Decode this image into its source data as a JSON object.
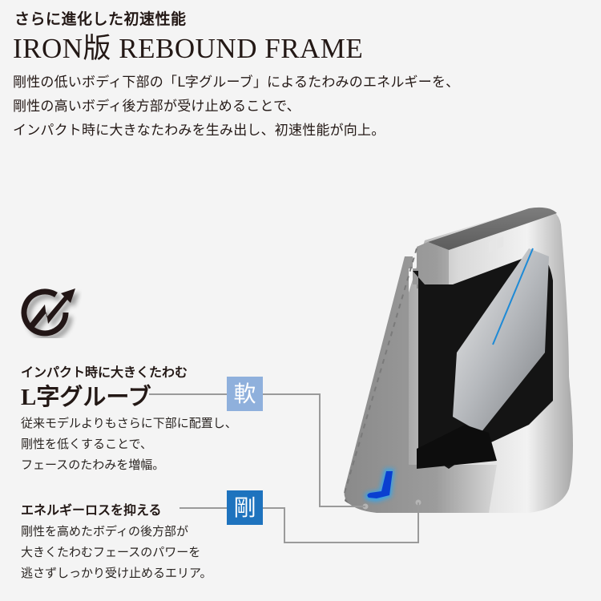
{
  "header": {
    "subtitle": "さらに進化した初速性能",
    "title": "IRON版 REBOUND FRAME",
    "intro_lines": [
      "剛性の低いボディ下部の「L字グルーブ」によるたわみのエネルギーを、",
      "剛性の高いボディ後方部が受け止めることで、",
      "インパクト時に大きなたわみを生み出し、初速性能が向上。"
    ]
  },
  "icon": {
    "name": "rebound-arrow-icon"
  },
  "section_soft": {
    "heading": "インパクト時に大きくたわむ",
    "title": "L字グルーブ",
    "badge": "軟",
    "badge_color": "#8fb0dc",
    "lines": [
      "従来モデルよりもさらに下部に配置し、",
      "剛性を低くすることで、",
      "フェースのたわみを増幅。"
    ]
  },
  "section_hard": {
    "heading": "エネルギーロスを抑える",
    "badge": "剛",
    "badge_color": "#1e73be",
    "lines": [
      "剛性を高めたボディの後方部が",
      "大きくたわむフェースのパワーを",
      "逃さずしっかり受け止めるエリア。"
    ]
  },
  "colors": {
    "background": "#f4f4f4",
    "text": "#231815",
    "groove_blue": "#0a3fd0",
    "connector": "#9a9a9a"
  }
}
